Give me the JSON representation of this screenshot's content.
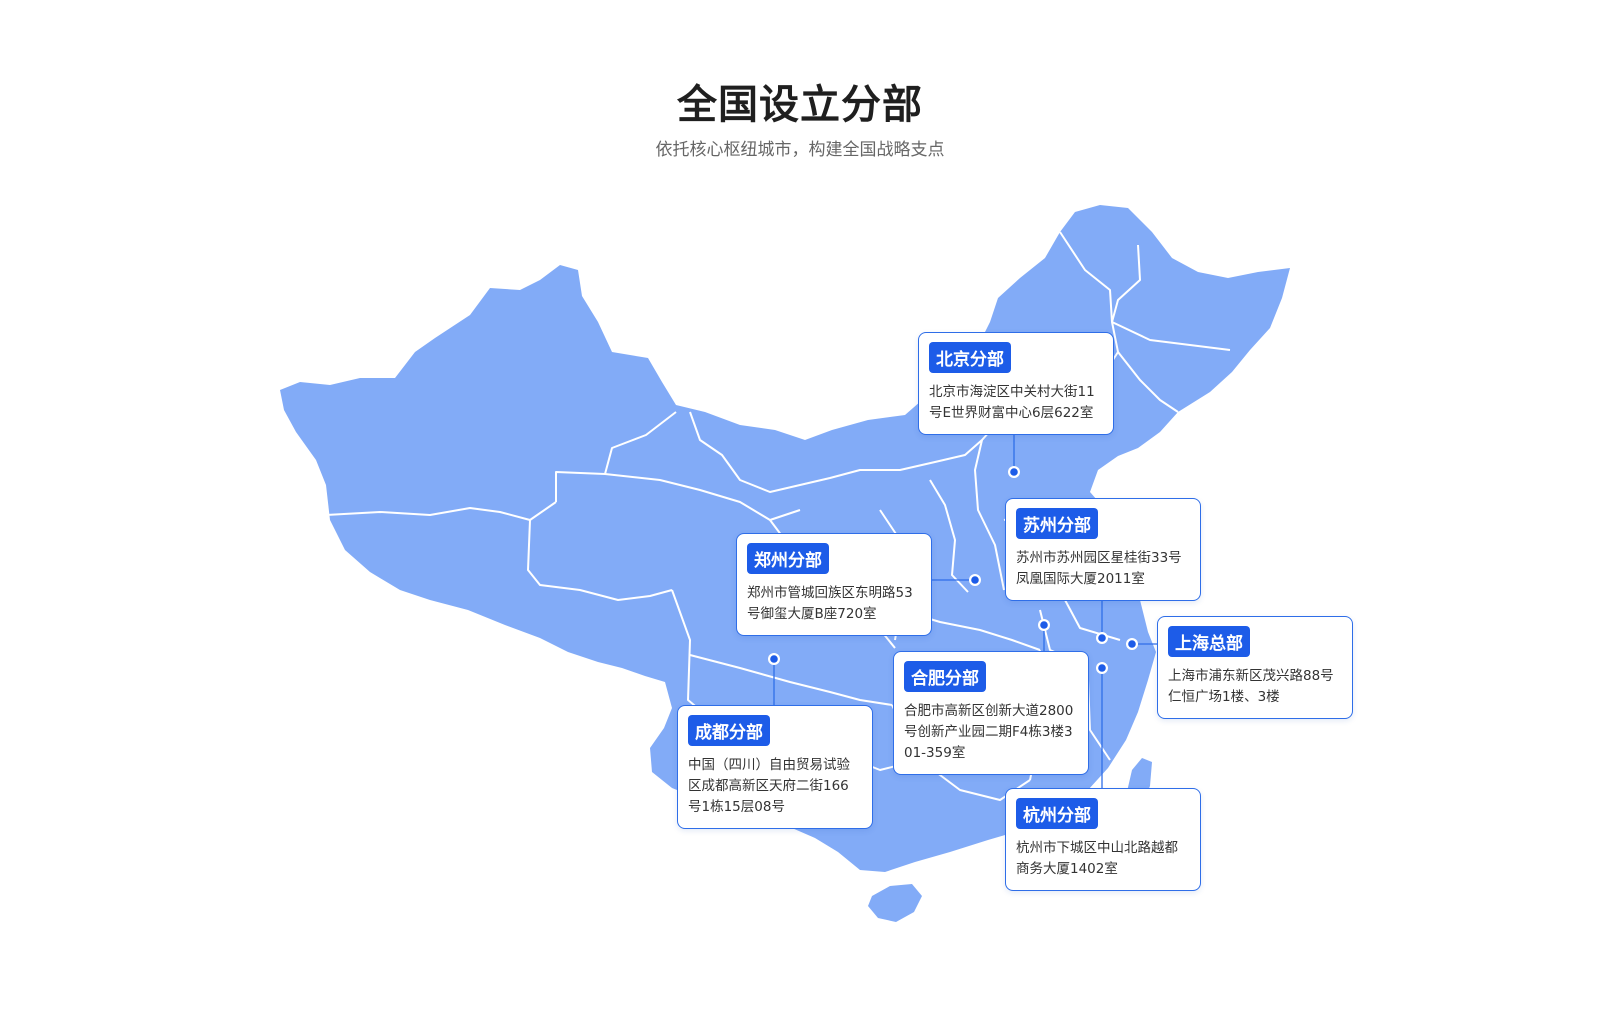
{
  "header": {
    "title": "全国设立分部",
    "subtitle": "依托核心枢纽城市，构建全国战略支点"
  },
  "colors": {
    "land": "#82abf7",
    "border": "#ffffff",
    "accent": "#1d5ce8",
    "card_border": "#2f6ee8",
    "marker": "#1d5ce8"
  },
  "offices": [
    {
      "id": "beijing",
      "name": "北京分部",
      "address": "北京市海淀区中关村大街11号E世界财富中心6层622室"
    },
    {
      "id": "suzhou",
      "name": "苏州分部",
      "address": "苏州市苏州园区星桂街33号凤凰国际大厦2011室"
    },
    {
      "id": "zhengzhou",
      "name": "郑州分部",
      "address": "郑州市管城回族区东明路53号御玺大厦B座720室"
    },
    {
      "id": "shanghai",
      "name": "上海总部",
      "address": "上海市浦东新区茂兴路88号仁恒广场1楼、3楼"
    },
    {
      "id": "hefei",
      "name": "合肥分部",
      "address": "合肥市高新区创新大道2800号创新产业园二期F4栋3楼301-359室"
    },
    {
      "id": "chengdu",
      "name": "成都分部",
      "address": "中国（四川）自由贸易试验区成都高新区天府二街166号1栋15层08号"
    },
    {
      "id": "hangzhou",
      "name": "杭州分部",
      "address": "杭州市下城区中山北路越都商务大厦1402室"
    }
  ]
}
